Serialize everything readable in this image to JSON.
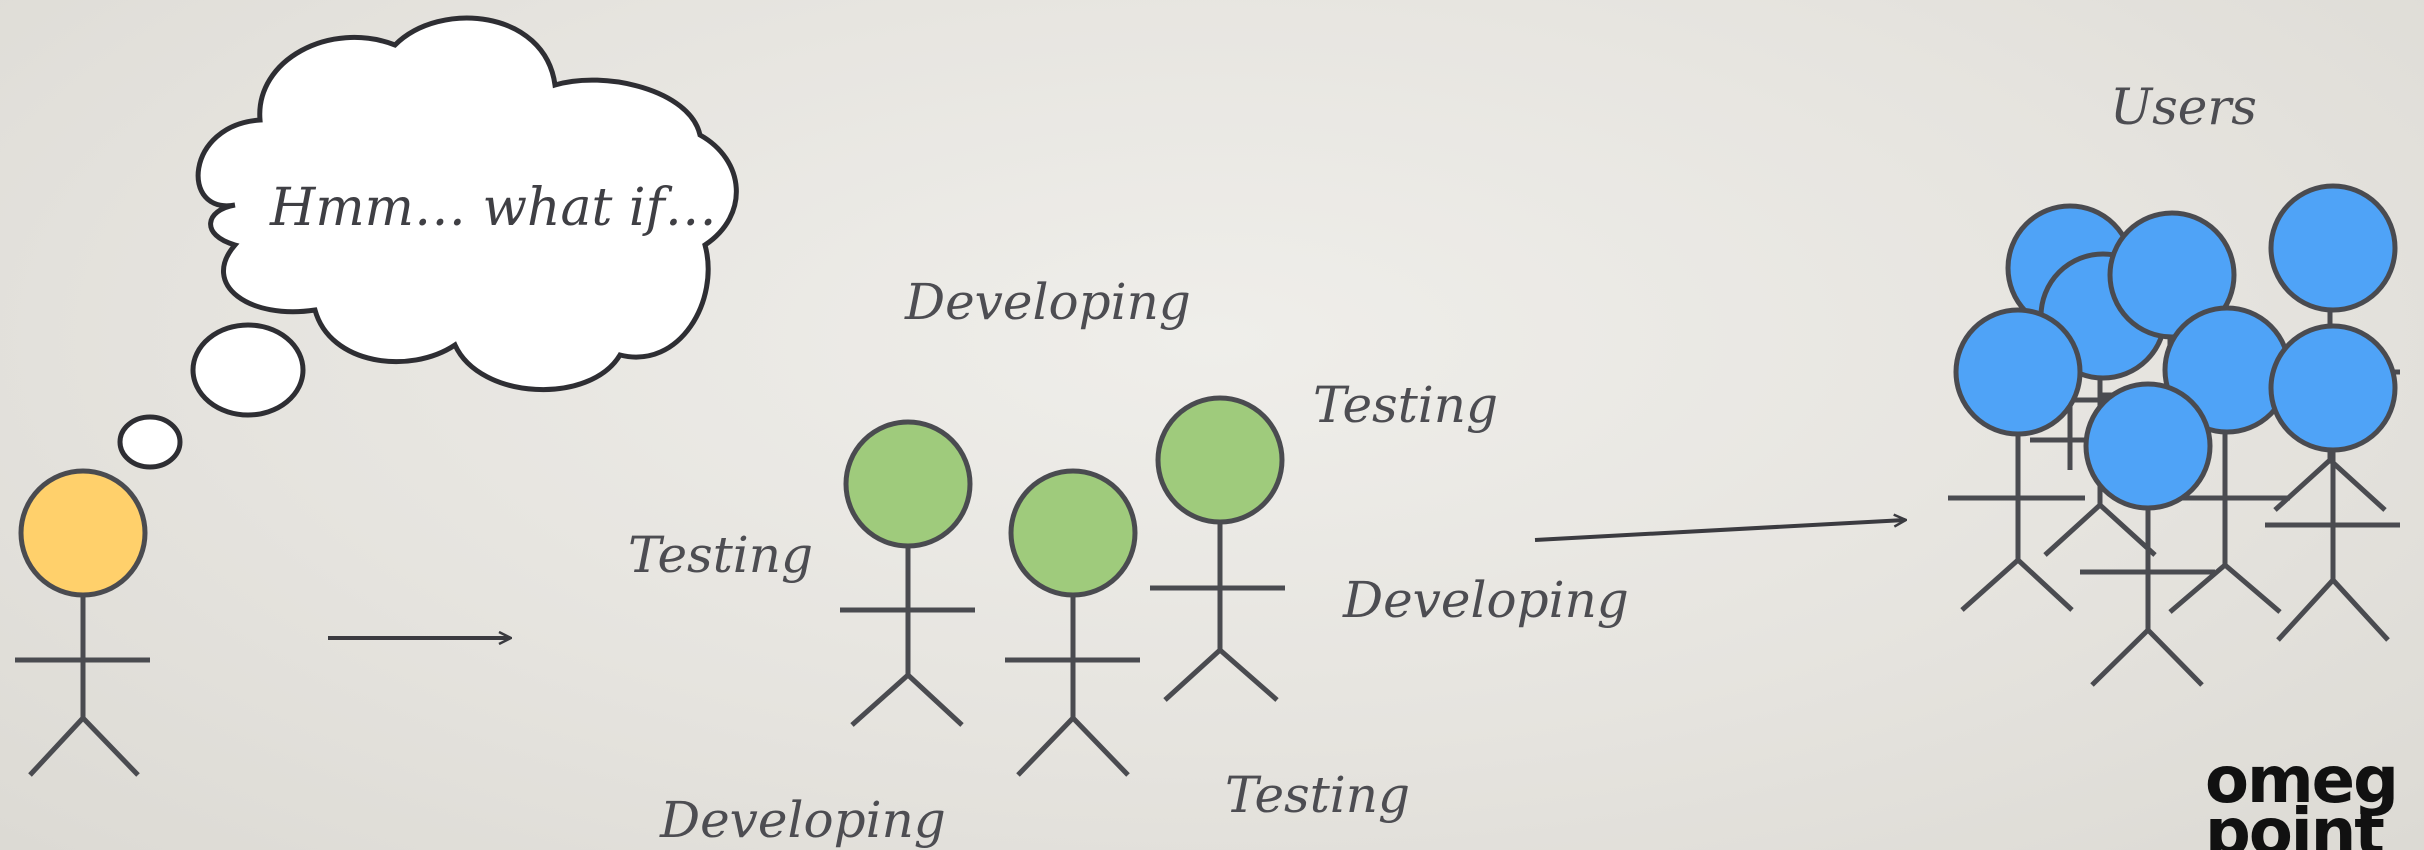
{
  "diagram": {
    "thought_text": "Hmm… what if…",
    "stage_labels": {
      "developing_top": "Developing",
      "testing_right_top": "Testing",
      "testing_left": "Testing",
      "developing_right": "Developing",
      "developing_bottom": "Developing",
      "testing_bottom": "Testing"
    },
    "users_label": "Users"
  },
  "logo": {
    "line1": "omeg",
    "line2": "point"
  },
  "colors": {
    "idea_person": "#ffd06b",
    "team_person": "#9fcb7c",
    "user_person": "#4fa3f7",
    "stroke": "#4a4b50",
    "background": "#e8e6e1"
  }
}
